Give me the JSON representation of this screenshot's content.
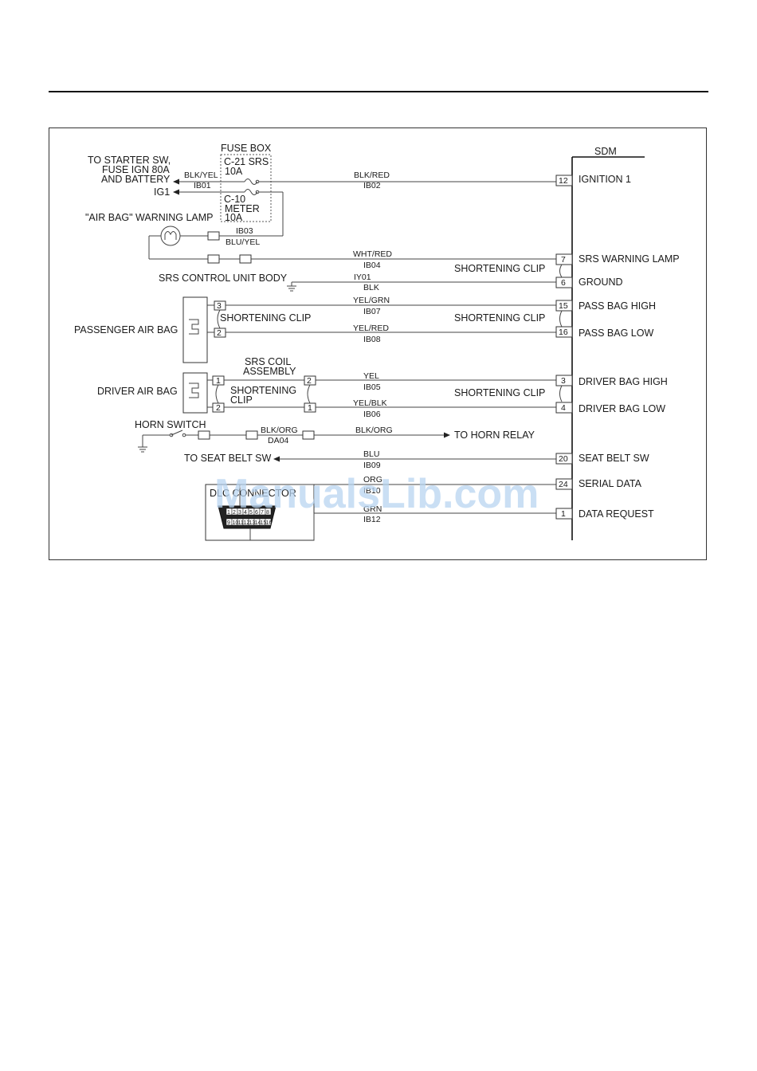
{
  "fuse_box": {
    "title": "FUSE BOX",
    "fuse1_line1": "C-21 SRS",
    "fuse1_line2": "10A",
    "fuse2_line1": "C-10",
    "fuse2_line2": "METER",
    "fuse2_line3": "10A"
  },
  "starter": {
    "line1": "TO STARTER SW,",
    "line2": "FUSE IGN 80A",
    "line3": "AND BATTERY"
  },
  "ig1": "IG1",
  "airbag_lamp": "\"AIR BAG\" WARNING LAMP",
  "sdm": "SDM",
  "srs_body": "SRS CONTROL UNIT BODY",
  "passenger_airbag": "PASSENGER AIR BAG",
  "driver_airbag": "DRIVER AIR BAG",
  "srs_coil": {
    "line1": "SRS COIL",
    "line2": "ASSEMBLY"
  },
  "shortening_clip": "SHORTENING CLIP",
  "shortening_clip_split": {
    "line1": "SHORTENING",
    "line2": "CLIP"
  },
  "horn_switch": "HORN SWITCH",
  "to_horn_relay": "TO HORN RELAY",
  "to_seat_belt": "TO SEAT BELT SW",
  "dlc_label": "DLC CONNECTOR",
  "dlc_pins_top": [
    "1",
    "2",
    "3",
    "4",
    "5",
    "6",
    "7",
    "8"
  ],
  "dlc_pins_bottom": [
    "9",
    "10",
    "11",
    "12",
    "13",
    "14",
    "15",
    "16"
  ],
  "wires": {
    "ib01": {
      "color": "BLK/YEL",
      "code": "IB01"
    },
    "ib02": {
      "color": "BLK/RED",
      "code": "IB02"
    },
    "ib03": {
      "color": "BLU/YEL",
      "code": "IB03"
    },
    "ib04": {
      "color": "WHT/RED",
      "code": "IB04"
    },
    "iy01": {
      "color": "BLK",
      "code": "IY01"
    },
    "ib07": {
      "color": "YEL/GRN",
      "code": "IB07"
    },
    "ib08": {
      "color": "YEL/RED",
      "code": "IB08"
    },
    "ib05": {
      "color": "YEL",
      "code": "IB05"
    },
    "ib06": {
      "color": "YEL/BLK",
      "code": "IB06"
    },
    "da04": {
      "color": "BLK/ORG",
      "code": "DA04"
    },
    "horn": {
      "color": "BLK/ORG"
    },
    "ib09": {
      "color": "BLU",
      "code": "IB09"
    },
    "ib10": {
      "color": "ORG",
      "code": "IB10"
    },
    "ib12": {
      "color": "GRN",
      "code": "IB12"
    }
  },
  "sdm_pins": [
    {
      "num": "12",
      "label": "IGNITION 1"
    },
    {
      "num": "7",
      "label": "SRS WARNING LAMP"
    },
    {
      "num": "6",
      "label": "GROUND"
    },
    {
      "num": "15",
      "label": "PASS BAG HIGH"
    },
    {
      "num": "16",
      "label": "PASS BAG LOW"
    },
    {
      "num": "3",
      "label": "DRIVER BAG HIGH"
    },
    {
      "num": "4",
      "label": "DRIVER BAG LOW"
    },
    {
      "num": "20",
      "label": "SEAT BELT SW"
    },
    {
      "num": "24",
      "label": "SERIAL DATA"
    },
    {
      "num": "1",
      "label": "DATA REQUEST"
    }
  ],
  "airbag_pins": {
    "p3": "3",
    "p2": "2",
    "c1": "1",
    "c2": "2"
  },
  "watermark": "ManualsLib.com"
}
